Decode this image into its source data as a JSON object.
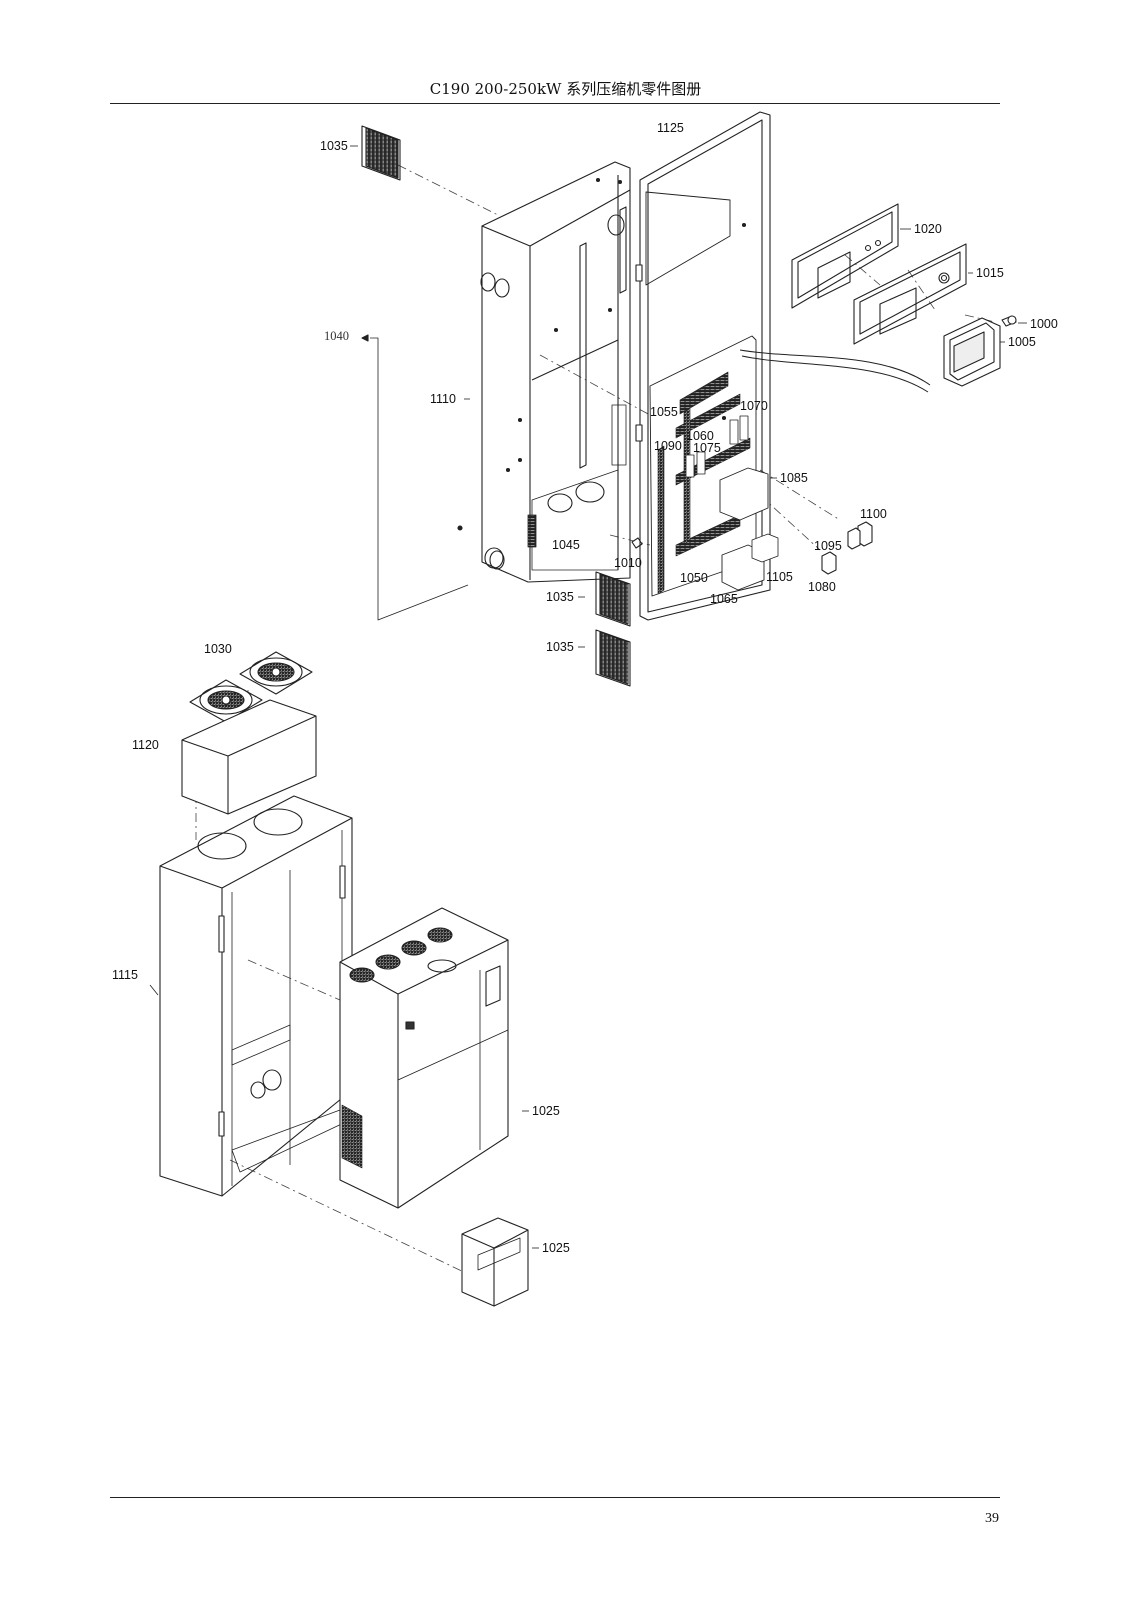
{
  "header": {
    "title": "C190 200-250kW 系列压缩机零件图册"
  },
  "footer": {
    "page_number": "39"
  },
  "callouts": [
    {
      "id": "c1035a",
      "text": "1035"
    },
    {
      "id": "c1125",
      "text": "1125"
    },
    {
      "id": "c1020",
      "text": "1020"
    },
    {
      "id": "c1015",
      "text": "1015"
    },
    {
      "id": "c1000",
      "text": "1000"
    },
    {
      "id": "c1005",
      "text": "1005"
    },
    {
      "id": "c1040",
      "text": "1040"
    },
    {
      "id": "c1110",
      "text": "1110"
    },
    {
      "id": "c1055",
      "text": "1055"
    },
    {
      "id": "c1070",
      "text": "1070"
    },
    {
      "id": "c1060",
      "text": "1060"
    },
    {
      "id": "c1090",
      "text": "1090"
    },
    {
      "id": "c1075",
      "text": "1075"
    },
    {
      "id": "c1085",
      "text": "1085"
    },
    {
      "id": "c1100",
      "text": "1100"
    },
    {
      "id": "c1045",
      "text": "1045"
    },
    {
      "id": "c1010",
      "text": "1010"
    },
    {
      "id": "c1095",
      "text": "1095"
    },
    {
      "id": "c1050",
      "text": "1050"
    },
    {
      "id": "c1105",
      "text": "1105"
    },
    {
      "id": "c1080",
      "text": "1080"
    },
    {
      "id": "c1065",
      "text": "1065"
    },
    {
      "id": "c1035b",
      "text": "1035"
    },
    {
      "id": "c1035c",
      "text": "1035"
    },
    {
      "id": "c1030",
      "text": "1030"
    },
    {
      "id": "c1120",
      "text": "1120"
    },
    {
      "id": "c1115",
      "text": "1115"
    },
    {
      "id": "c1025a",
      "text": "1025"
    },
    {
      "id": "c1025b",
      "text": "1025"
    }
  ]
}
